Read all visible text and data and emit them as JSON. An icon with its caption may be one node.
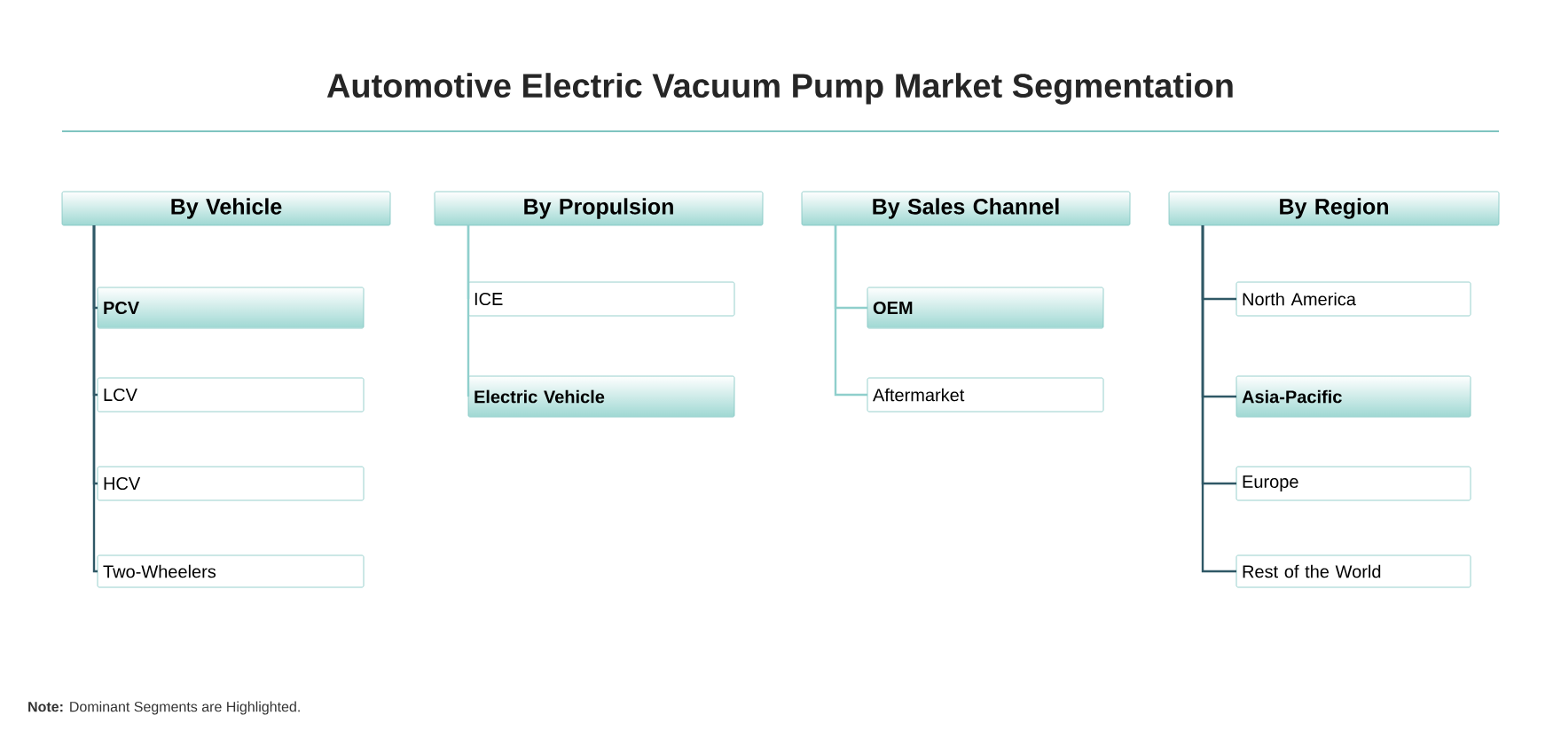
{
  "diagram": {
    "title": "Automotive Electric Vacuum Pump Market Segmentation",
    "nodes": [
      {
        "text": [
          "By Vehicle"
        ]
      },
      {
        "text": [
          "By Propulsion"
        ]
      },
      {
        "text": [
          "By Sales Channel"
        ]
      },
      {
        "text": [
          "By Region"
        ]
      },
      {
        "text": [
          "PCV"
        ]
      },
      {
        "text": [
          "LCV"
        ]
      },
      {
        "text": [
          "HCV"
        ]
      },
      {
        "text": [
          "Two-Wheelers"
        ]
      },
      {
        "text": [
          "ICE"
        ]
      },
      {
        "text": [
          "Electric Vehicle"
        ]
      },
      {
        "text": [
          "OEM"
        ]
      },
      {
        "text": [
          "Aftermarket"
        ]
      },
      {
        "text": [
          "North America"
        ]
      },
      {
        "text": [
          "Asia-Pacific"
        ]
      },
      {
        "text": [
          "Europe"
        ]
      },
      {
        "text": [
          "Rest of the World"
        ]
      }
    ],
    "edges": [
      {
        "from": 0,
        "to": 4,
        "arrow": "none"
      },
      {
        "from": 0,
        "to": 5,
        "arrow": "none"
      },
      {
        "from": 0,
        "to": 6,
        "arrow": "none"
      },
      {
        "from": 0,
        "to": 7,
        "arrow": "none"
      },
      {
        "from": 1,
        "to": 8,
        "arrow": "none",
        "color": "#8fcfcc"
      },
      {
        "from": 1,
        "to": 9,
        "arrow": "none",
        "color": "#8fcfcc"
      },
      {
        "from": 2,
        "to": 10,
        "arrow": "none",
        "color": "#8fcfcc"
      },
      {
        "from": 2,
        "to": 11,
        "arrow": "none",
        "color": "#8fcfcc"
      },
      {
        "from": 3,
        "to": 12,
        "arrow": "none"
      },
      {
        "from": 3,
        "to": 13,
        "arrow": "none"
      },
      {
        "from": 3,
        "to": 14,
        "arrow": "none"
      },
      {
        "from": 3,
        "to": 15,
        "arrow": "none"
      }
    ],
    "labels": [
      "**Note:** Dominant Segments are Highlighted."
    ]
  }
}
